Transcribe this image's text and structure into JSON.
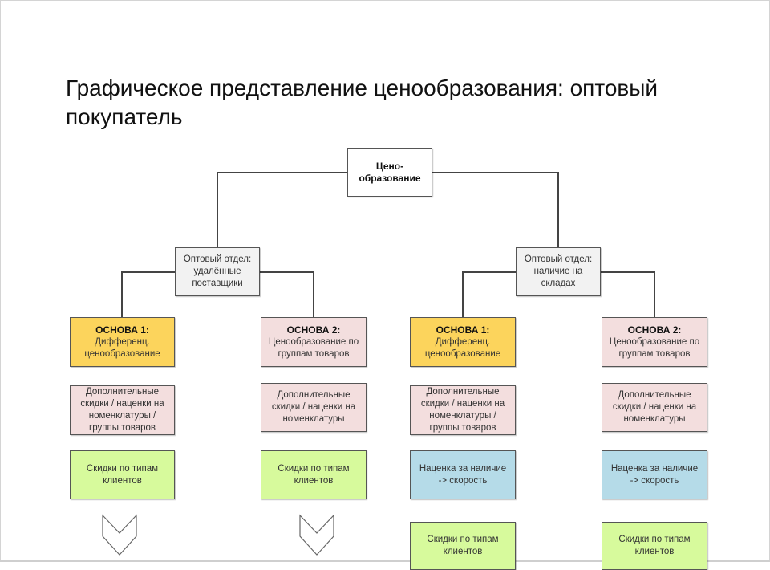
{
  "title": "Графическое представление ценообразования: оптовый покупатель",
  "root": {
    "line1": "Цено-",
    "line2": "образование"
  },
  "departments": [
    {
      "label": "Оптовый отдел: удалённые поставщики"
    },
    {
      "label": "Оптовый отдел: наличие на складах"
    }
  ],
  "columns": [
    {
      "basis_title": "ОСНОВА 1:",
      "basis_text": "Дифференц. ценообразование",
      "extra": "Дополнительные скидки / наценки на номенклатуры / группы товаров",
      "step3": "Скидки по типам клиентов",
      "step4": null
    },
    {
      "basis_title": "ОСНОВА 2:",
      "basis_text": "Ценообразование по группам товаров",
      "extra": "Дополнительные скидки / наценки на номенклатуры",
      "step3": "Скидки по типам клиентов",
      "step4": null
    },
    {
      "basis_title": "ОСНОВА 1:",
      "basis_text": "Дифференц. ценообразование",
      "extra": "Дополнительные скидки / наценки на номенклатуры / группы товаров",
      "step3": "Наценка за наличие -> скорость",
      "step4": "Скидки по типам клиентов"
    },
    {
      "basis_title": "ОСНОВА 2:",
      "basis_text": "Ценообразование по группам товаров",
      "extra": "Дополнительные скидки / наценки на номенклатуры",
      "step3": "Наценка за наличие -> скорость",
      "step4": "Скидки по типам клиентов"
    }
  ],
  "colors": {
    "basis1": "#fcd45c",
    "basis2": "#f3dede",
    "extra": "#f3dede",
    "clients": "#d7fa9c",
    "availability": "#b5dbe8"
  }
}
